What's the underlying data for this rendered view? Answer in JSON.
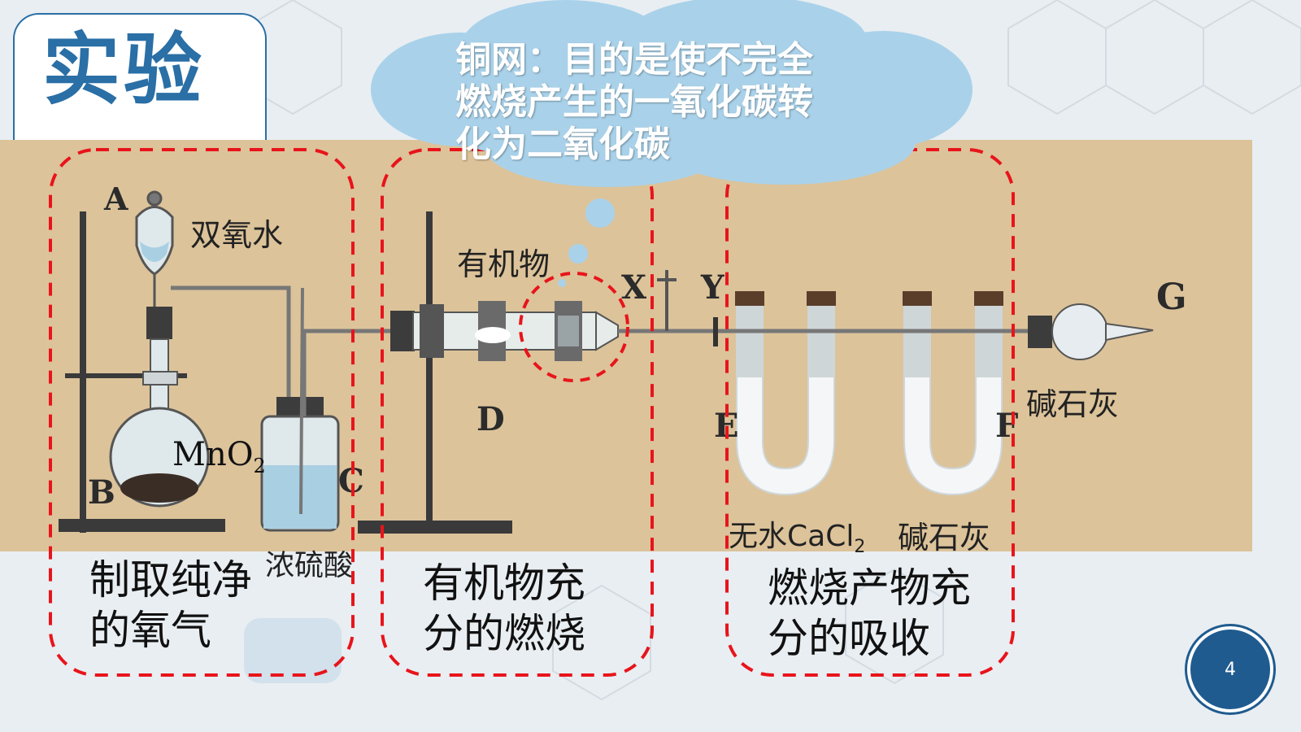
{
  "slide": {
    "title": "实验",
    "page_number": "4"
  },
  "callout": {
    "text_lines": [
      "铜网：目的是使不完全",
      "燃烧产生的一氧化碳转",
      "化为二氧化碳"
    ]
  },
  "apparatus": {
    "letter_A": "A",
    "letter_B": "B",
    "letter_C": "C",
    "letter_D": "D",
    "letter_E": "E",
    "letter_F": "F",
    "letter_G": "G",
    "letter_X": "X",
    "letter_Y": "Y",
    "hydrogen_peroxide": "双氧水",
    "catalyst_main": "MnO",
    "catalyst_sub": "2",
    "conc_sulfuric_acid": "浓硫酸",
    "organic_matter": "有机物",
    "soda_lime_g": "碱石灰",
    "cacl2_main": "无水CaCl",
    "cacl2_sub": "2",
    "soda_lime_f": "碱石灰"
  },
  "sections": [
    {
      "line1": "制取纯净",
      "line2": "的氧气"
    },
    {
      "line1": "有机物充",
      "line2": "分的燃烧"
    },
    {
      "line1": "燃烧产物充",
      "line2": "分的吸收"
    }
  ],
  "colors": {
    "accent": "#2a6fa6",
    "dash_red": "#e8141b",
    "cloud": "#a9d2ea"
  }
}
